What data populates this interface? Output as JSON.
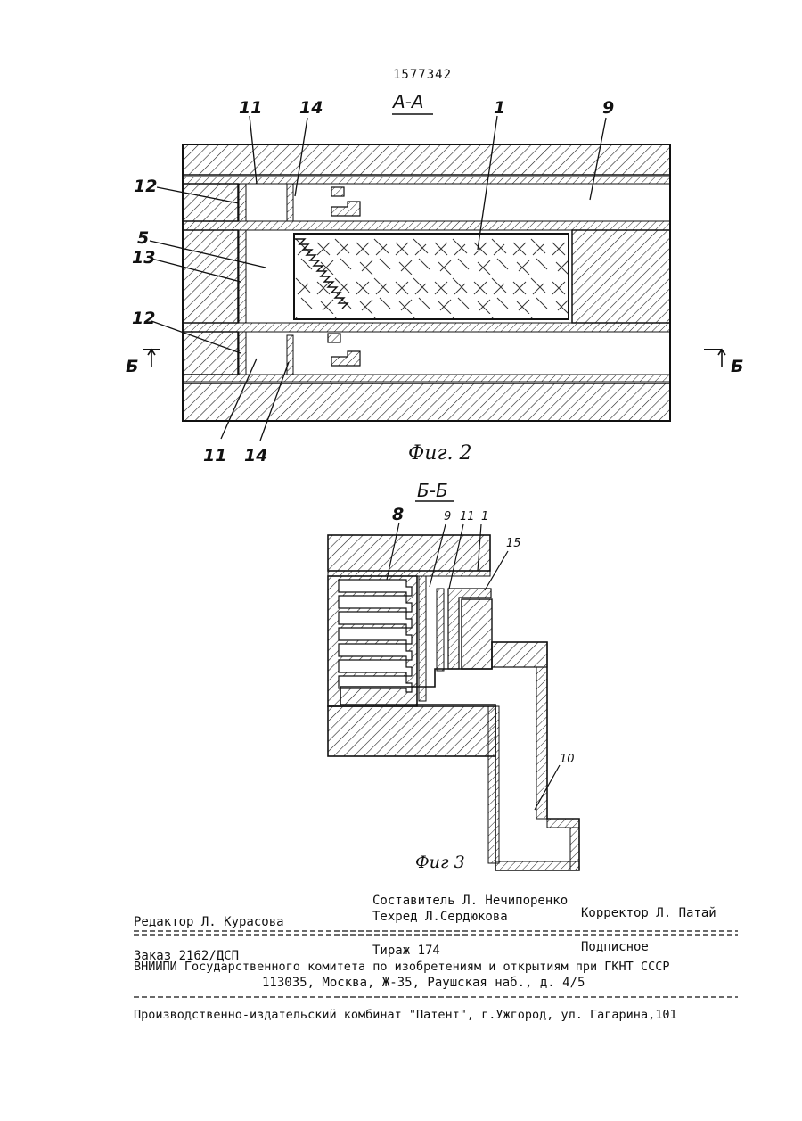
{
  "header": {
    "document_number": "1577342"
  },
  "figure2": {
    "section_label": "А-А",
    "caption": "Фиг. 2",
    "labels": {
      "l11_top": "11",
      "l14_top": "14",
      "l1": "1",
      "l9": "9",
      "l12_top": "12",
      "l5": "5",
      "l13": "13",
      "l12_bottom": "12",
      "l11_bottom": "11",
      "l14_bottom": "14",
      "cut_left": "Б",
      "cut_right": "Б"
    }
  },
  "figure3": {
    "section_label": "Б-Б",
    "caption": "Фиг 3",
    "labels": {
      "l8": "8",
      "l9": "9",
      "l11": "11",
      "l1": "1",
      "l15": "15",
      "l10": "10"
    }
  },
  "footer": {
    "composer": "Составитель Л. Нечипоренко",
    "editor": "Редактор Л. Курасова",
    "techred": "Техред Л.Сердюкова",
    "corrector": "Корректор Л. Патай",
    "order": "Заказ 2162/ДСП",
    "circulation": "Тираж 174",
    "subscription": "Подписное",
    "institute": "ВНИИПИ Государственного комитета по изобретениям и открытиям при ГКНТ СССР",
    "address": "113035, Москва, Ж-35, Раушская наб., д. 4/5",
    "publisher": "Производственно-издательский комбинат \"Патент\", г.Ужгород, ул. Гагарина,101"
  }
}
